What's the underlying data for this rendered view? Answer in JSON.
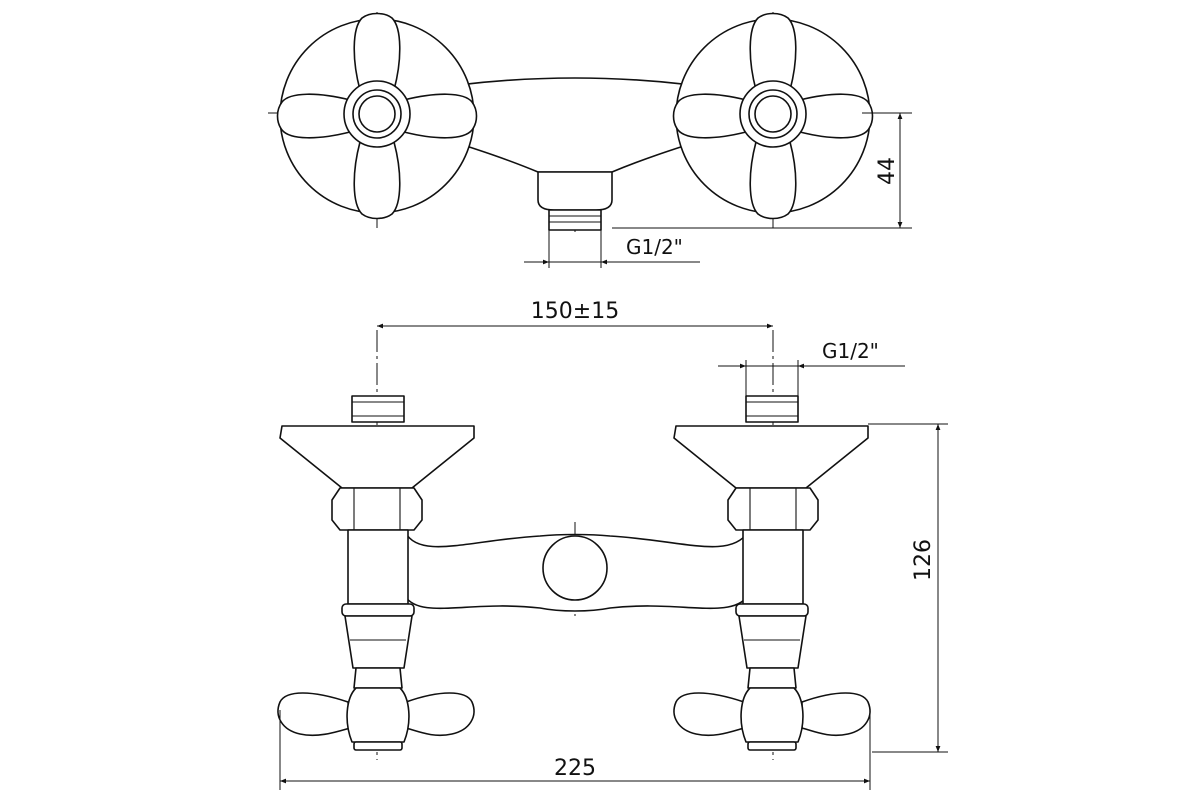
{
  "drawing": {
    "type": "technical-drawing",
    "subject": "wall-mounted two-handle mixer tap",
    "views": [
      "top",
      "front"
    ]
  },
  "dimensions": {
    "depth": "44",
    "outlet_thread_top": "G1/2\"",
    "inlet_spacing": "150±15",
    "inlet_thread": "G1/2\"",
    "height": "126",
    "overall_width": "225"
  },
  "colors": {
    "line": "#111111",
    "background": "#ffffff"
  }
}
